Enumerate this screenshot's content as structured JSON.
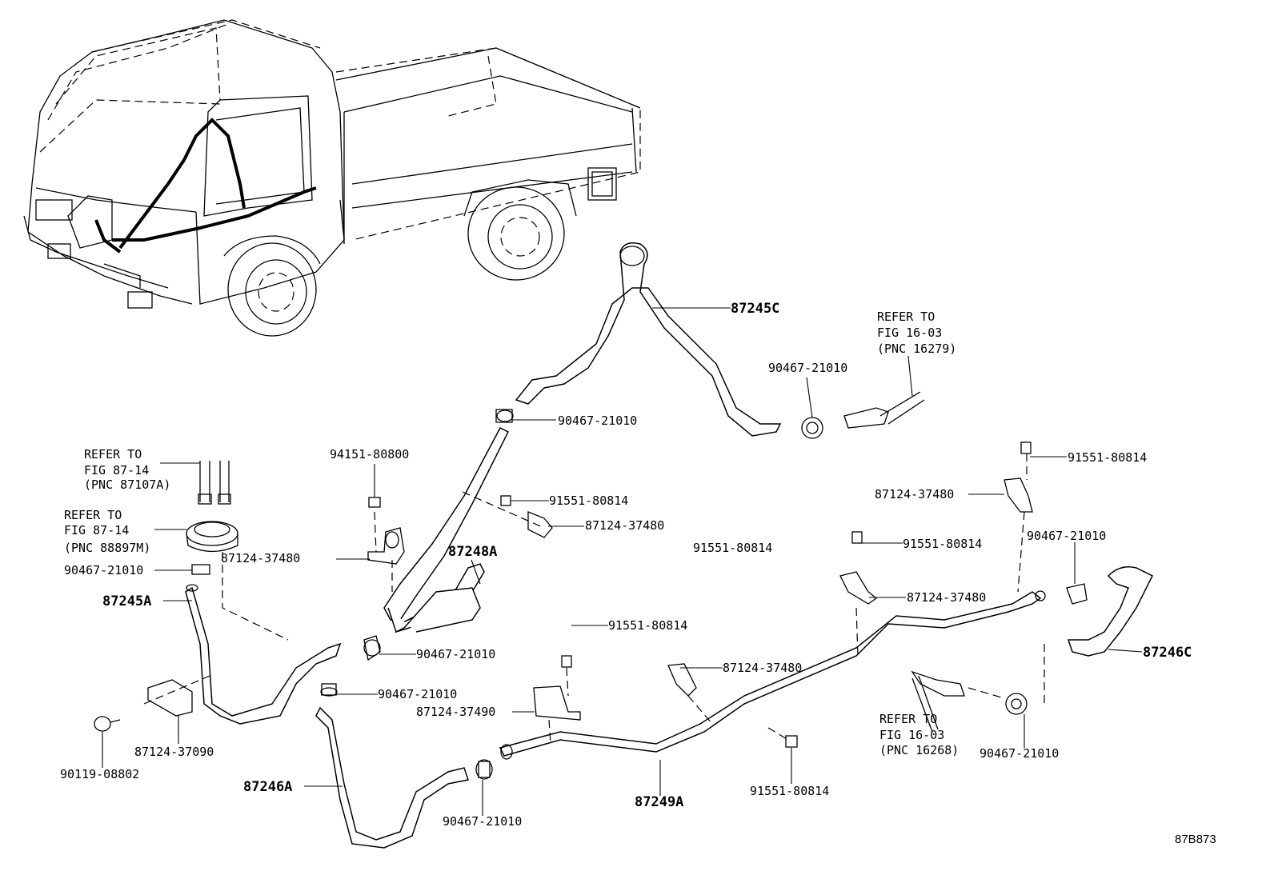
{
  "figure_id": "87B873",
  "part_labels": {
    "p87245C": "87245C",
    "p87245A": "87245A",
    "p87246A": "87246A",
    "p87246C": "87246C",
    "p87248A": "87248A",
    "p87249A": "87249A",
    "p90467_a": "90467-21010",
    "p90467_b": "90467-21010",
    "p90467_c": "90467-21010",
    "p90467_d": "90467-21010",
    "p90467_e": "90467-21010",
    "p90467_f": "90467-21010",
    "p90467_g": "90467-21010",
    "p90467_h": "90467-21010",
    "p94151": "94151-80800",
    "p91551_a": "91551-80814",
    "p91551_b": "91551-80814",
    "p91551_c": "91551-80814",
    "p91551_d": "91551-80814",
    "p91551_e": "91551-80814",
    "p91551_f": "91551-80814",
    "p87124_480_a": "87124-37480",
    "p87124_480_b": "87124-37480",
    "p87124_480_c": "87124-37480",
    "p87124_480_d": "87124-37480",
    "p87124_480_e": "87124-37480",
    "p87124_490": "87124-37490",
    "p87124_090": "87124-37090",
    "p90119": "90119-08802"
  },
  "references": {
    "ref_a": {
      "l1": "REFER TO",
      "l2": "FIG 16-03",
      "l3": "(PNC 16279)"
    },
    "ref_b": {
      "l1": "REFER TO",
      "l2": "FIG 87-14",
      "l3": "(PNC 87107A)"
    },
    "ref_c": {
      "l1": "REFER TO",
      "l2": "FIG 87-14",
      "l3": "(PNC 88897M)"
    },
    "ref_d": {
      "l1": "REFER TO",
      "l2": "FIG 16-03",
      "l3": "(PNC 16268)"
    }
  }
}
